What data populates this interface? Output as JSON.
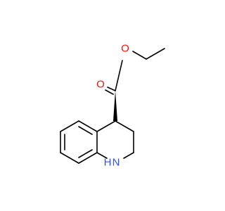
{
  "molecule": {
    "atoms": {
      "carbonyl_oxygen": {
        "symbol": "O",
        "color": "#ff0d0d"
      },
      "ester_oxygen": {
        "symbol": "O",
        "color": "#ff0d0d"
      },
      "ring_nitrogen": {
        "symbol": "N",
        "color": "#3050f8"
      },
      "ring_nitrogen_hydrogen": {
        "symbol": "H",
        "color": "#3050f8"
      }
    },
    "bond_color": "#000000",
    "background": "#ffffff"
  }
}
